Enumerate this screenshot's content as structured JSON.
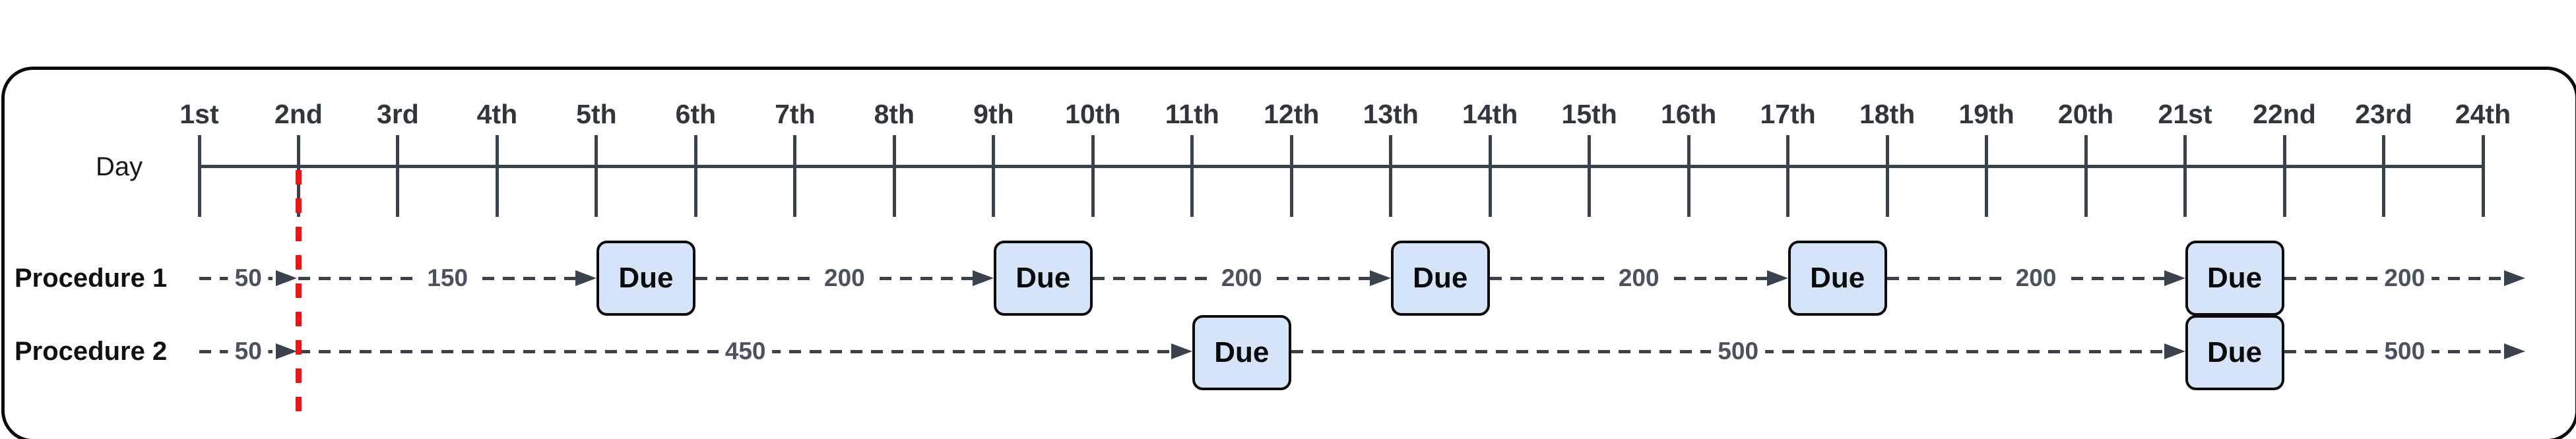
{
  "diagram": {
    "axis": {
      "label": "Day",
      "days": [
        "1st",
        "2nd",
        "3rd",
        "4th",
        "5th",
        "6th",
        "7th",
        "8th",
        "9th",
        "10th",
        "11th",
        "12th",
        "13th",
        "14th",
        "15th",
        "16th",
        "17th",
        "18th",
        "19th",
        "20th",
        "21st",
        "22nd",
        "23rd",
        "24th"
      ]
    },
    "marker": {
      "at_day": "2nd"
    },
    "due_label": "Due",
    "procedures": [
      {
        "label": "Procedure 1",
        "segments": [
          {
            "label": "50",
            "end": {
              "type": "marker"
            }
          },
          {
            "label": "150",
            "end": {
              "type": "due",
              "between": [
                "5th",
                "6th"
              ]
            }
          },
          {
            "label": "200",
            "end": {
              "type": "due",
              "between": [
                "9th",
                "10th"
              ]
            }
          },
          {
            "label": "200",
            "end": {
              "type": "due",
              "between": [
                "13th",
                "14th"
              ]
            }
          },
          {
            "label": "200",
            "end": {
              "type": "due",
              "between": [
                "17th",
                "18th"
              ]
            }
          },
          {
            "label": "200",
            "end": {
              "type": "due",
              "between": [
                "21st",
                "22nd"
              ]
            }
          },
          {
            "label": "200",
            "end": {
              "type": "open"
            }
          }
        ]
      },
      {
        "label": "Procedure 2",
        "segments": [
          {
            "label": "50",
            "end": {
              "type": "marker"
            }
          },
          {
            "label": "450",
            "end": {
              "type": "due",
              "between": [
                "11th",
                "12th"
              ]
            }
          },
          {
            "label": "500",
            "end": {
              "type": "due",
              "between": [
                "21st",
                "22nd"
              ]
            }
          },
          {
            "label": "500",
            "end": {
              "type": "open"
            }
          }
        ]
      }
    ],
    "colors": {
      "line": "#3a424e",
      "number_label": "#4a5260",
      "marker_red": "#ee1313",
      "due_fill": "#d5e4f8",
      "day_label": "#2f363e"
    }
  }
}
